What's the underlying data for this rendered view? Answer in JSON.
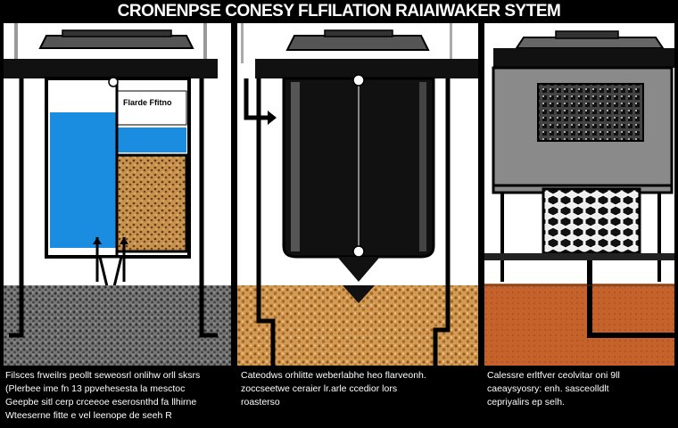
{
  "title": "CRONENPSE CONESY FLFILATION RAIAIWAKER SYTEM",
  "panels": [
    {
      "label": "Flarde Ffitno",
      "caption": [
        "Filsces frweilrs peollt seweosrl onlihw orll sksrs",
        "(Plerbee ime fn 13 ppvehesesta la mesctoc",
        "Geepbe sitl cerp crceeoe eserosnthd fa llhirne",
        "Wteeserne fitte e vel leenope de seeh R"
      ]
    },
    {
      "label": "",
      "caption": [
        "Cateodws orhlitte weberlabhe heo flarveonh.",
        "zoccseetwe ceraier lr.arle ccedior lors",
        "roasterso"
      ]
    },
    {
      "label": "",
      "caption": [
        "Calessre erltfver ceolvitar oni 9ll",
        "caeaysyosry: enh. sasceolldlt",
        "cepriyalirs ep selh."
      ]
    }
  ],
  "colors": {
    "water": "#1a8de0",
    "sand": "#c9924c",
    "gravel": "#6a6a6a",
    "clay": "#c5622c",
    "tank_dark": "#151515",
    "metal": "#8a8a8a"
  }
}
